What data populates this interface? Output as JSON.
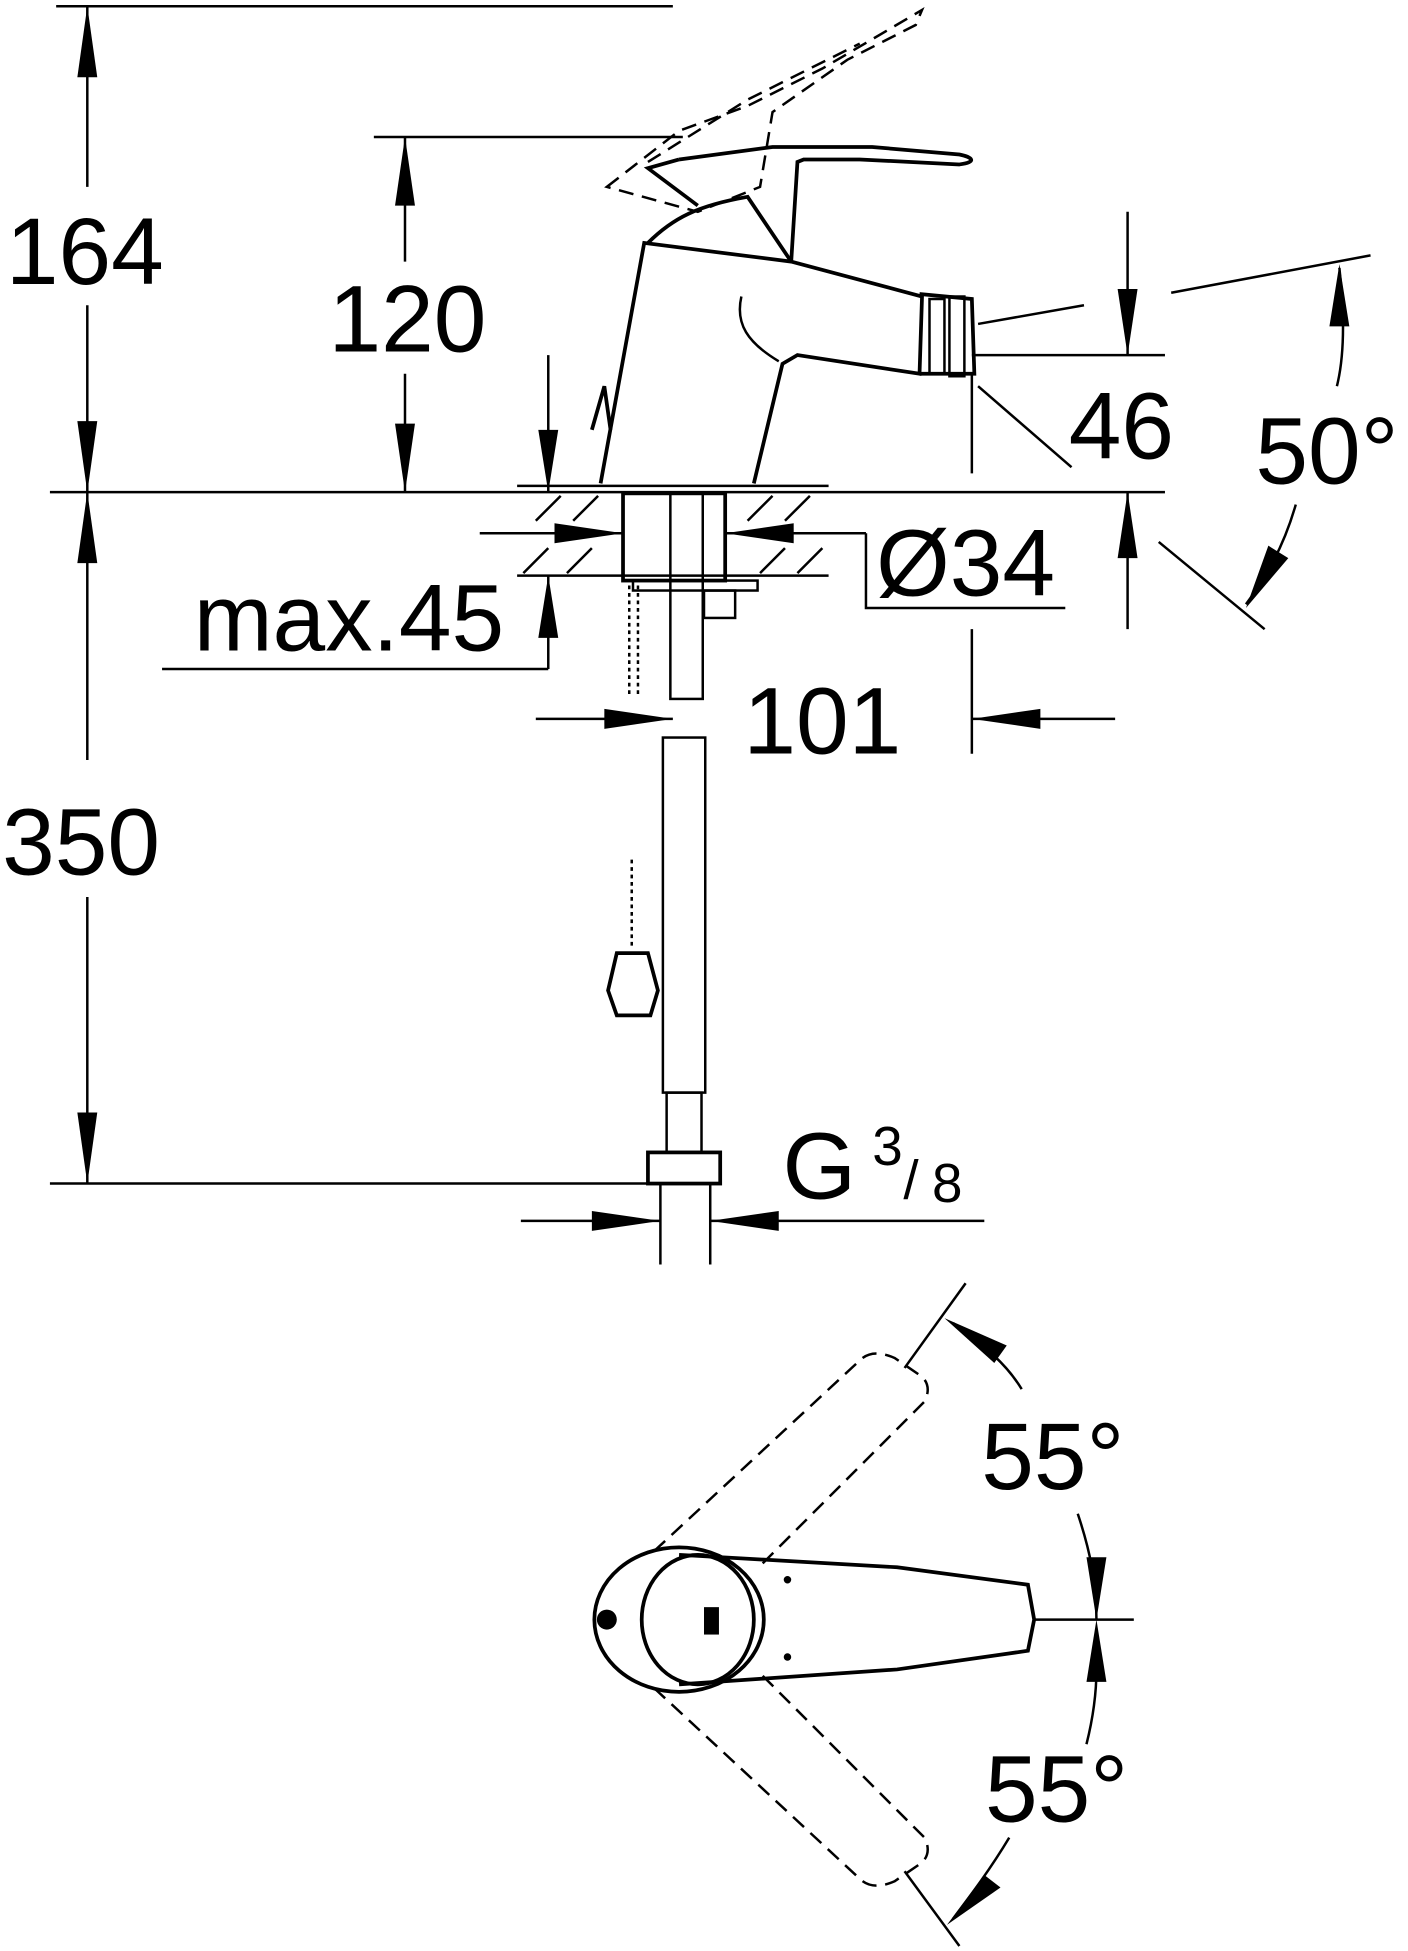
{
  "dimensions": {
    "total_height": "164",
    "spout_height": "120",
    "spout_outlet_height": "46",
    "spout_tilt_angle": "50°",
    "hole_diameter": "Ø34",
    "max_deck_thickness": "max.45",
    "projection": "101",
    "hose_length": "350",
    "connection_thread": {
      "letter": "G",
      "numerator": "3",
      "denominator": "8"
    },
    "lever_rotation_left": "55°",
    "lever_rotation_right": "55°"
  }
}
